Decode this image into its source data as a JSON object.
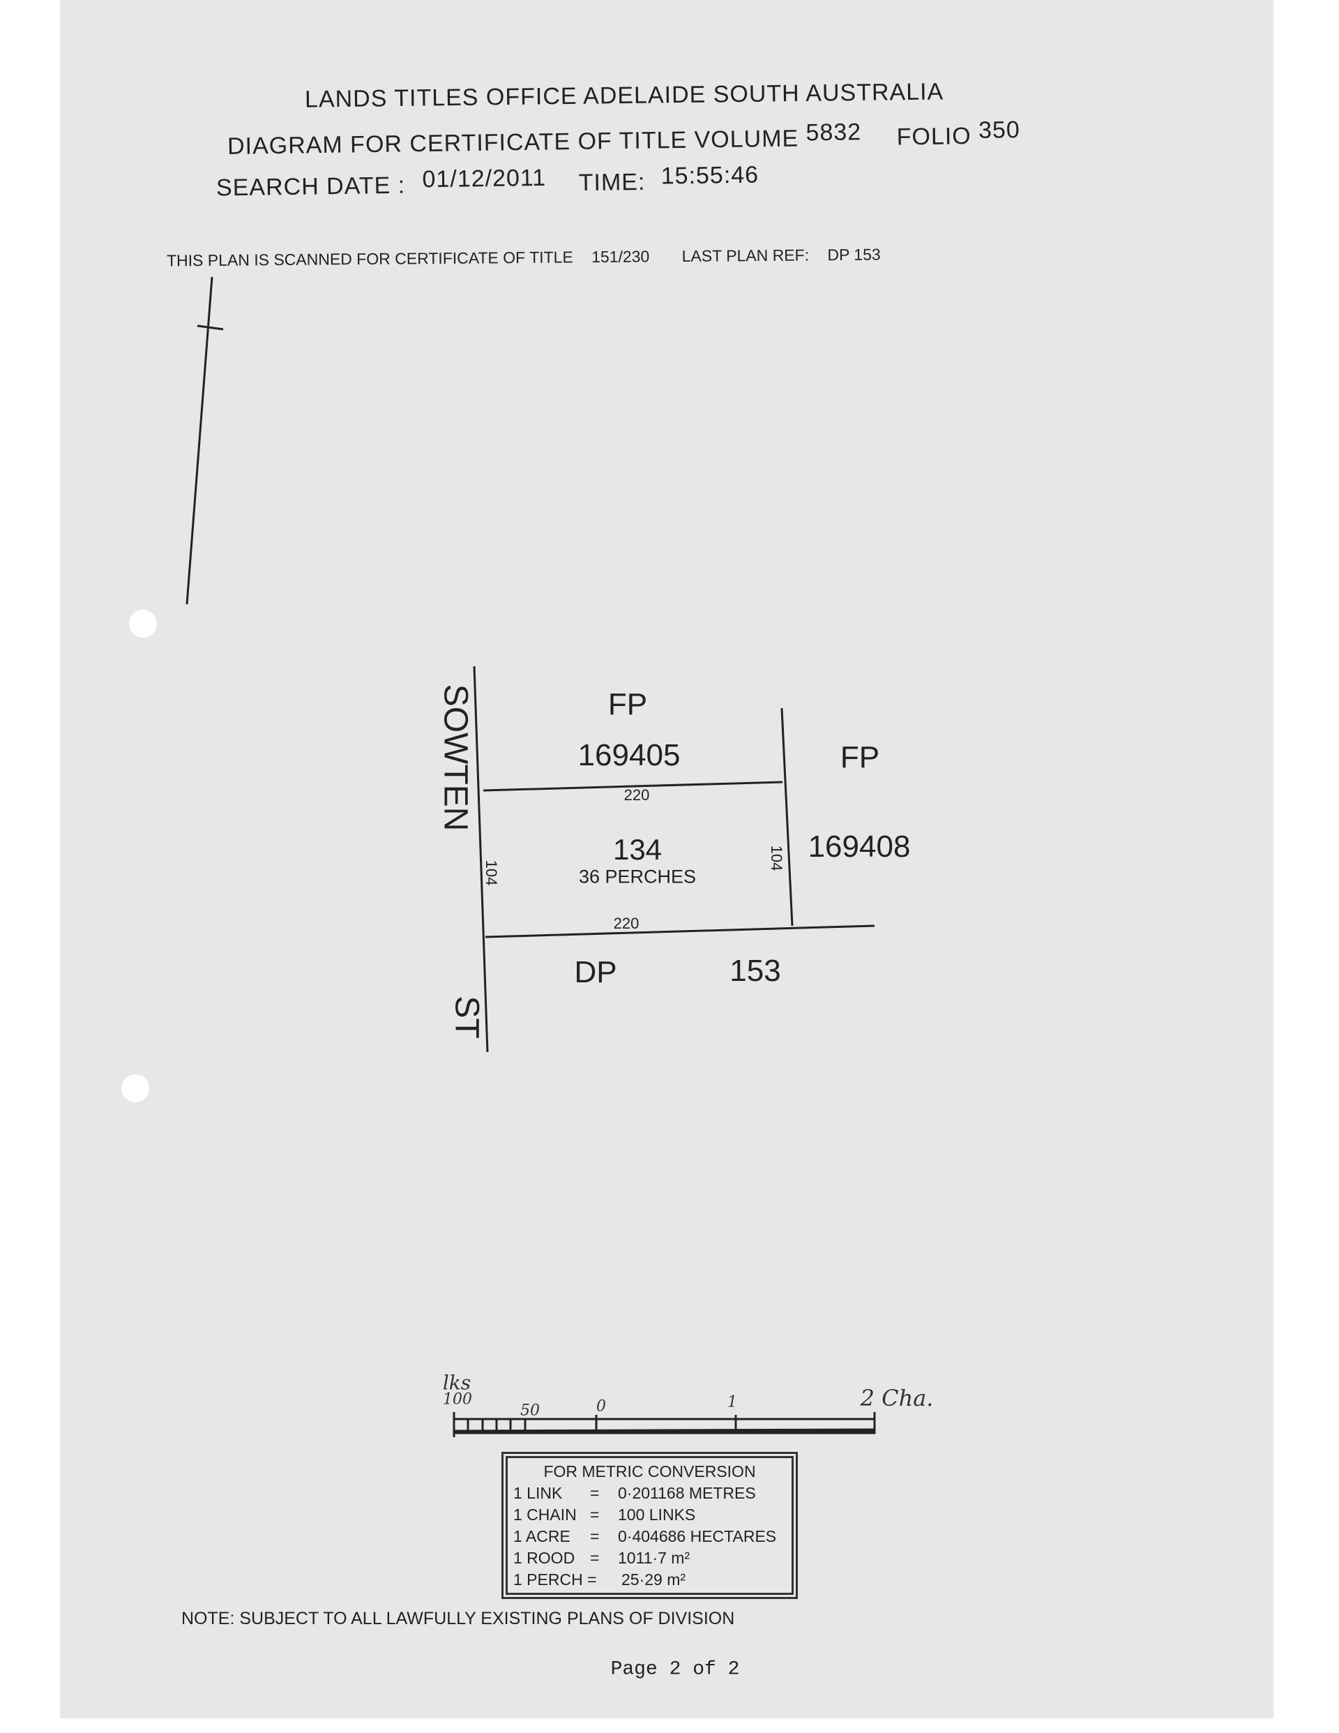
{
  "header": {
    "office": "LANDS TITLES OFFICE  ADELAIDE  SOUTH AUSTRALIA",
    "diagram_label": "DIAGRAM FOR CERTIFICATE OF TITLE VOLUME",
    "volume": "5832",
    "folio_label": "FOLIO",
    "folio": "350",
    "search_date_label": "SEARCH DATE :",
    "search_date": "01/12/2011",
    "time_label": "TIME:",
    "time": "15:55:46"
  },
  "scan_line": {
    "label": "THIS PLAN IS SCANNED FOR CERTIFICATE OF TITLE",
    "title_ref": "151/230",
    "last_plan_label": "LAST PLAN REF:",
    "last_plan": "DP 153"
  },
  "plan": {
    "street_1": "SOWTEN",
    "street_2": "ST",
    "north_fp": "FP",
    "north_no": "169405",
    "east_fp": "FP",
    "east_no": "169408",
    "lot": "134",
    "area": "36 PERCHES",
    "top_dim": "220",
    "bottom_dim": "220",
    "left_dim": "104",
    "right_dim": "104",
    "south_dp": "DP",
    "south_no": "153"
  },
  "scale": {
    "unit_left": "lks",
    "left": "100",
    "mid": "50",
    "zero": "0",
    "one": "1",
    "right": "2 Cha."
  },
  "conversion": {
    "title": "FOR METRIC CONVERSION",
    "rows": [
      [
        "1 LINK",
        "=",
        "0·201168 METRES"
      ],
      [
        "1 CHAIN",
        "=",
        "100 LINKS"
      ],
      [
        "1 ACRE",
        "=",
        "0·404686 HECTARES"
      ],
      [
        "1 ROOD",
        "=",
        "1011·7 m²"
      ],
      [
        "1 PERCH =",
        "",
        "25·29 m²"
      ]
    ]
  },
  "note": "NOTE: SUBJECT TO ALL LAWFULLY EXISTING PLANS OF DIVISION",
  "footer": {
    "page": "Page 2 of 2"
  }
}
